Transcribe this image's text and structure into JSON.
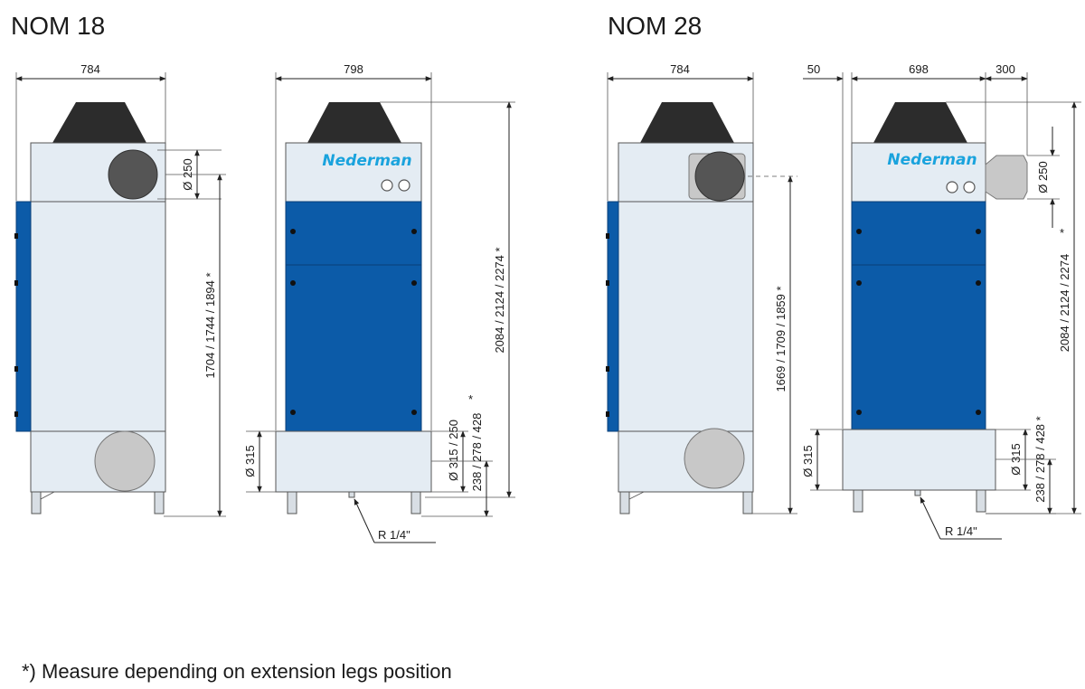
{
  "titles": {
    "left": "NOM 18",
    "right": "NOM 28"
  },
  "brand": "Nederman",
  "footnote": "*) Measure depending on extension legs position",
  "nom18": {
    "width_side": "784",
    "width_front": "798",
    "dia_top": "Ø 250",
    "height_inlet": "1704 / 1744 / 1894 *",
    "height_total": "2084 / 2124 / 2274 *",
    "dia_bottom_side": "Ø 315",
    "dia_bottom_front": "Ø 315 / 250",
    "height_bottom": "238 / 278 / 428",
    "asterisk": "*",
    "drain": "R 1/4\""
  },
  "nom28": {
    "width_side": "784",
    "offset_left": "50",
    "width_front": "698",
    "offset_right": "300",
    "dia_top": "Ø 250",
    "asterisk_top": "*",
    "height_inlet": "1669 / 1709 / 1859 *",
    "height_total": "2084 / 2124 / 2274",
    "dia_bottom_side": "Ø 315",
    "dia_bottom_front": "Ø 315",
    "height_bottom": "238 / 278 / 428 *",
    "drain": "R 1/4\""
  },
  "colors": {
    "panel_blue": "#0c5ba8",
    "body": "#e4ecf3",
    "brand": "#1aa3dd",
    "cone": "#2c2c2c"
  }
}
